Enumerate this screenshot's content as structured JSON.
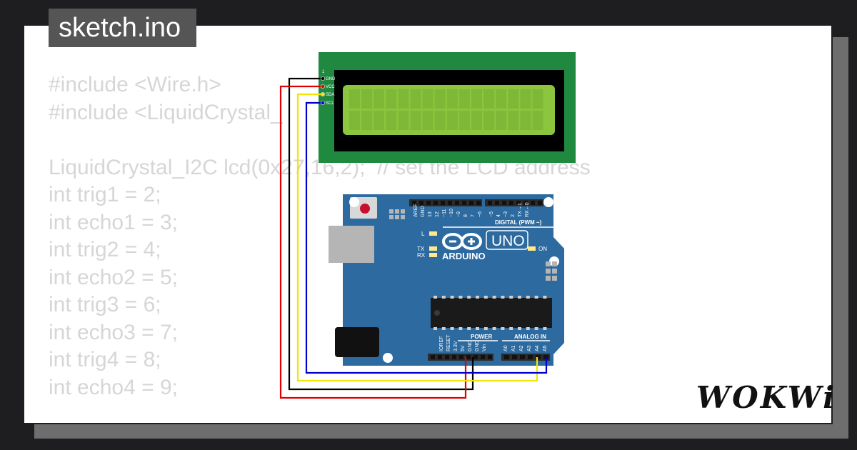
{
  "project": {
    "title": "sketch.ino"
  },
  "code_lines": [
    "#include <Wire.h>",
    "#include <LiquidCrystal_",
    "",
    "LiquidCrystal_I2C lcd(0x27,16,2);  // set the LCD address",
    "int trig1 = 2;",
    "int echo1 = 3;",
    "int trig2 = 4;",
    "int echo2 = 5;",
    "int trig3 = 6;",
    "int echo3 = 7;",
    "int trig4 = 8;",
    "int echo4 = 9;"
  ],
  "lcd": {
    "pins": [
      "GND",
      "VCC",
      "SDA",
      "SCL"
    ],
    "pin1": "1"
  },
  "board": {
    "brand": "ARDUINO",
    "model": "UNO",
    "digital_label": "DIGITAL (PWM ~)",
    "digital_pins": [
      "AREF",
      "GND",
      "13",
      "12",
      "~11",
      "~10",
      "~9",
      "8",
      "7",
      "~6",
      "~5",
      "4",
      "~3",
      "2",
      "TX→1",
      "RX←0"
    ],
    "power_label": "POWER",
    "analog_label": "ANALOG IN",
    "power_pins": [
      "IOREF",
      "RESET",
      "3.3V",
      "5V",
      "GND",
      "GND",
      "Vin"
    ],
    "analog_pins": [
      "A0",
      "A1",
      "A2",
      "A3",
      "A4",
      "A5"
    ],
    "led_l": "L",
    "led_tx": "TX",
    "led_rx": "RX",
    "led_on": "ON"
  },
  "wire_colors": {
    "gnd": "#000000",
    "vcc": "#e00000",
    "sda": "#f5e400",
    "scl": "#0000cc"
  },
  "brand": {
    "logo_text": "WOKWi"
  }
}
